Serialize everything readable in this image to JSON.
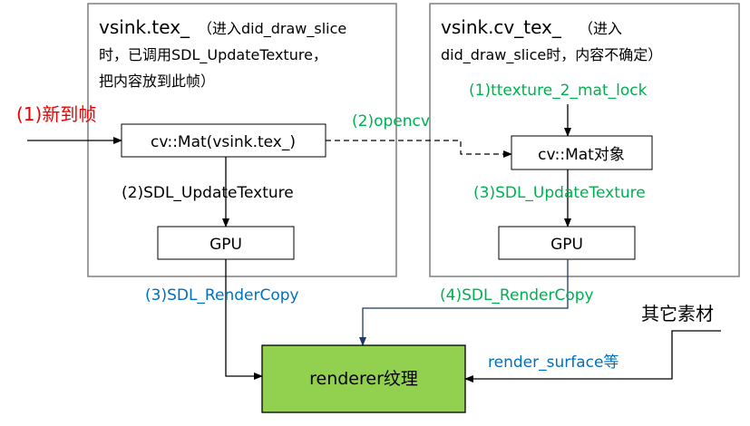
{
  "colors": {
    "red": "#ee0000",
    "green": "#00b050",
    "blue": "#0070c0",
    "fill_green": "#92d050",
    "stroke": "#000000",
    "frame": "#7f7f7f"
  },
  "panels": {
    "left": {
      "title": "vsink.tex_",
      "note_1": "（进入did_draw_slice",
      "note_2": "时，已调用SDL_UpdateTexture，",
      "note_3": "把内容放到此帧）"
    },
    "right": {
      "title": "vsink.cv_tex_",
      "note_1": "（进入",
      "note_2": "did_draw_slice时，内容不确定）"
    }
  },
  "nodes": {
    "mat_left": "cv::Mat(vsink.tex_)",
    "mat_right": "cv::Mat对象",
    "gpu_left": "GPU",
    "gpu_right": "GPU",
    "renderer": "renderer纹理",
    "other_material": "其它素材"
  },
  "labels": {
    "new_frame": "(1)新到帧",
    "update_left": "(2)SDL_UpdateTexture",
    "opencv": "(2)opencv",
    "mat_lock": "(1)ttexture_2_mat_lock",
    "update_right": "(3)SDL_UpdateTexture",
    "render_copy_left": "(3)SDL_RenderCopy",
    "render_copy_right": "(4)SDL_RenderCopy",
    "render_surface": "render_surface等"
  }
}
